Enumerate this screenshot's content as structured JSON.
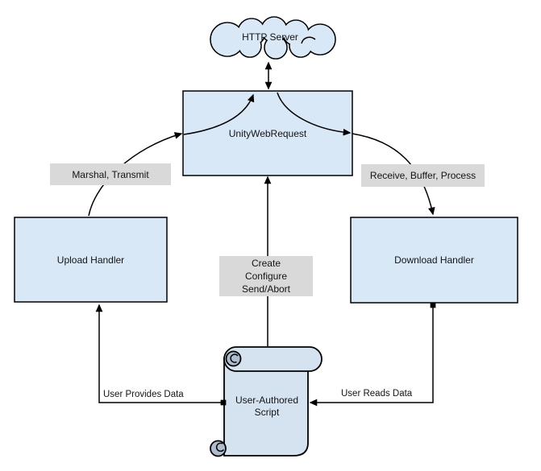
{
  "diagram": {
    "nodes": {
      "http_server": {
        "label": "HTTP Server"
      },
      "unity_web_request": {
        "label": "UnityWebRequest"
      },
      "upload_handler": {
        "label": "Upload Handler"
      },
      "download_handler": {
        "label": "Download Handler"
      },
      "user_script": {
        "label": "User-Authored\nScript"
      }
    },
    "edge_labels": {
      "marshal_transmit": "Marshal, Transmit",
      "receive_buffer_process": "Receive, Buffer, Process",
      "create_configure_send_abort": "Create\nConfigure\nSend/Abort",
      "user_provides_data": "User Provides Data",
      "user_reads_data": "User Reads Data"
    },
    "colors": {
      "node_fill": "#d9e8f6",
      "scroll_fill": "#d5e3f1",
      "scroll_curl": "#aebdcd",
      "label_bg": "#d9d9d9",
      "stroke": "#000000",
      "background": "#ffffff"
    }
  }
}
